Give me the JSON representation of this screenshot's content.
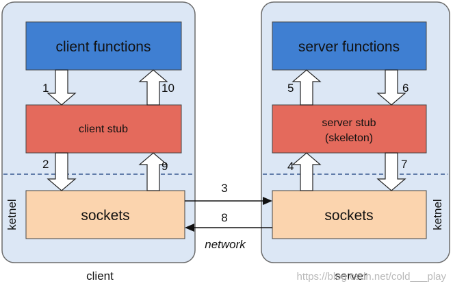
{
  "client": {
    "functions_label": "client functions",
    "stub_label": "client stub",
    "sockets_label": "sockets",
    "side_label": "ketnel",
    "panel_label": "client"
  },
  "server": {
    "functions_label": "server functions",
    "stub_line1": "server stub",
    "stub_line2": "(skeleton)",
    "sockets_label": "sockets",
    "side_label": "ketnel",
    "panel_label": "server"
  },
  "steps": {
    "s1": "1",
    "s2": "2",
    "s3": "3",
    "s4": "4",
    "s5": "5",
    "s6": "6",
    "s7": "7",
    "s8": "8",
    "s9": "9",
    "s10": "10"
  },
  "network_label": "network",
  "watermark": "https://blog.csdn.net/cold___play",
  "colors": {
    "panel_fill": "#dce7f5",
    "panel_stroke": "#6b6b6b",
    "functions_fill": "#3f7fd2",
    "stub_fill": "#e46a5c",
    "sockets_fill": "#fbd4ae",
    "dashed_line": "#3a5a92",
    "arrow_stroke": "#222222"
  }
}
